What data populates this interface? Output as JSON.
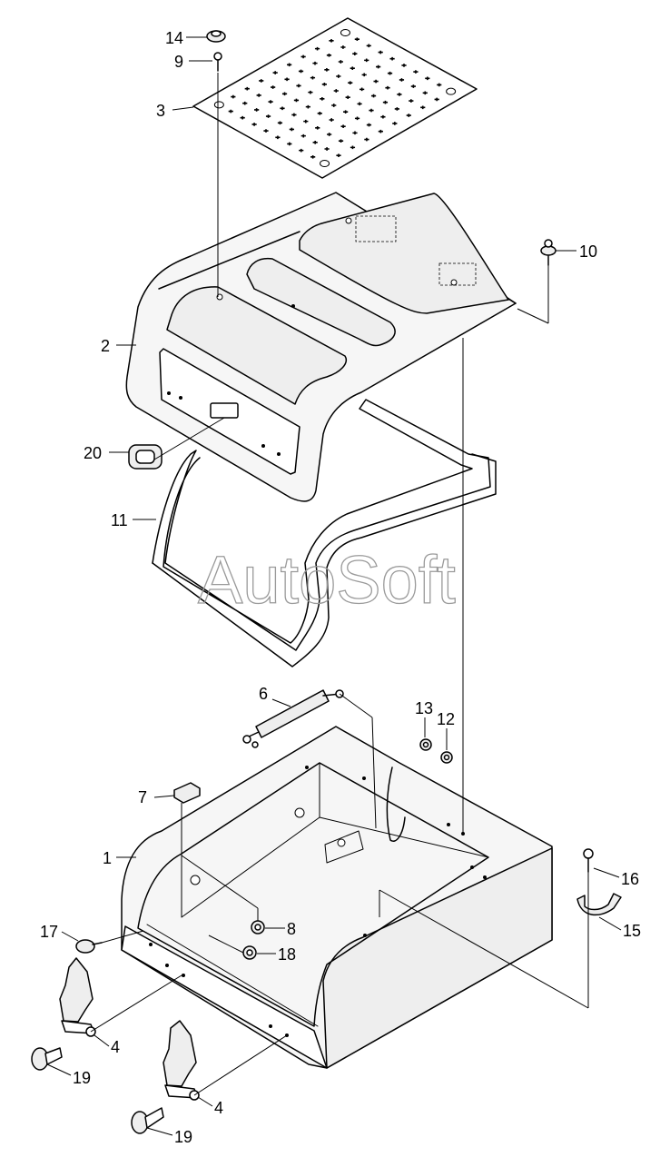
{
  "watermark": "AutoSoft",
  "callouts": [
    {
      "id": "c14",
      "label": "14"
    },
    {
      "id": "c9",
      "label": "9"
    },
    {
      "id": "c3",
      "label": "3"
    },
    {
      "id": "c10",
      "label": "10"
    },
    {
      "id": "c2",
      "label": "2"
    },
    {
      "id": "c20",
      "label": "20"
    },
    {
      "id": "c11",
      "label": "11"
    },
    {
      "id": "c6",
      "label": "6"
    },
    {
      "id": "c13",
      "label": "13"
    },
    {
      "id": "c12",
      "label": "12"
    },
    {
      "id": "c7",
      "label": "7"
    },
    {
      "id": "c1",
      "label": "1"
    },
    {
      "id": "c16",
      "label": "16"
    },
    {
      "id": "c8",
      "label": "8"
    },
    {
      "id": "c15",
      "label": "15"
    },
    {
      "id": "c17",
      "label": "17"
    },
    {
      "id": "c18",
      "label": "18"
    },
    {
      "id": "c4a",
      "label": "4"
    },
    {
      "id": "c19a",
      "label": "19"
    },
    {
      "id": "c4b",
      "label": "4"
    },
    {
      "id": "c19b",
      "label": "19"
    }
  ]
}
